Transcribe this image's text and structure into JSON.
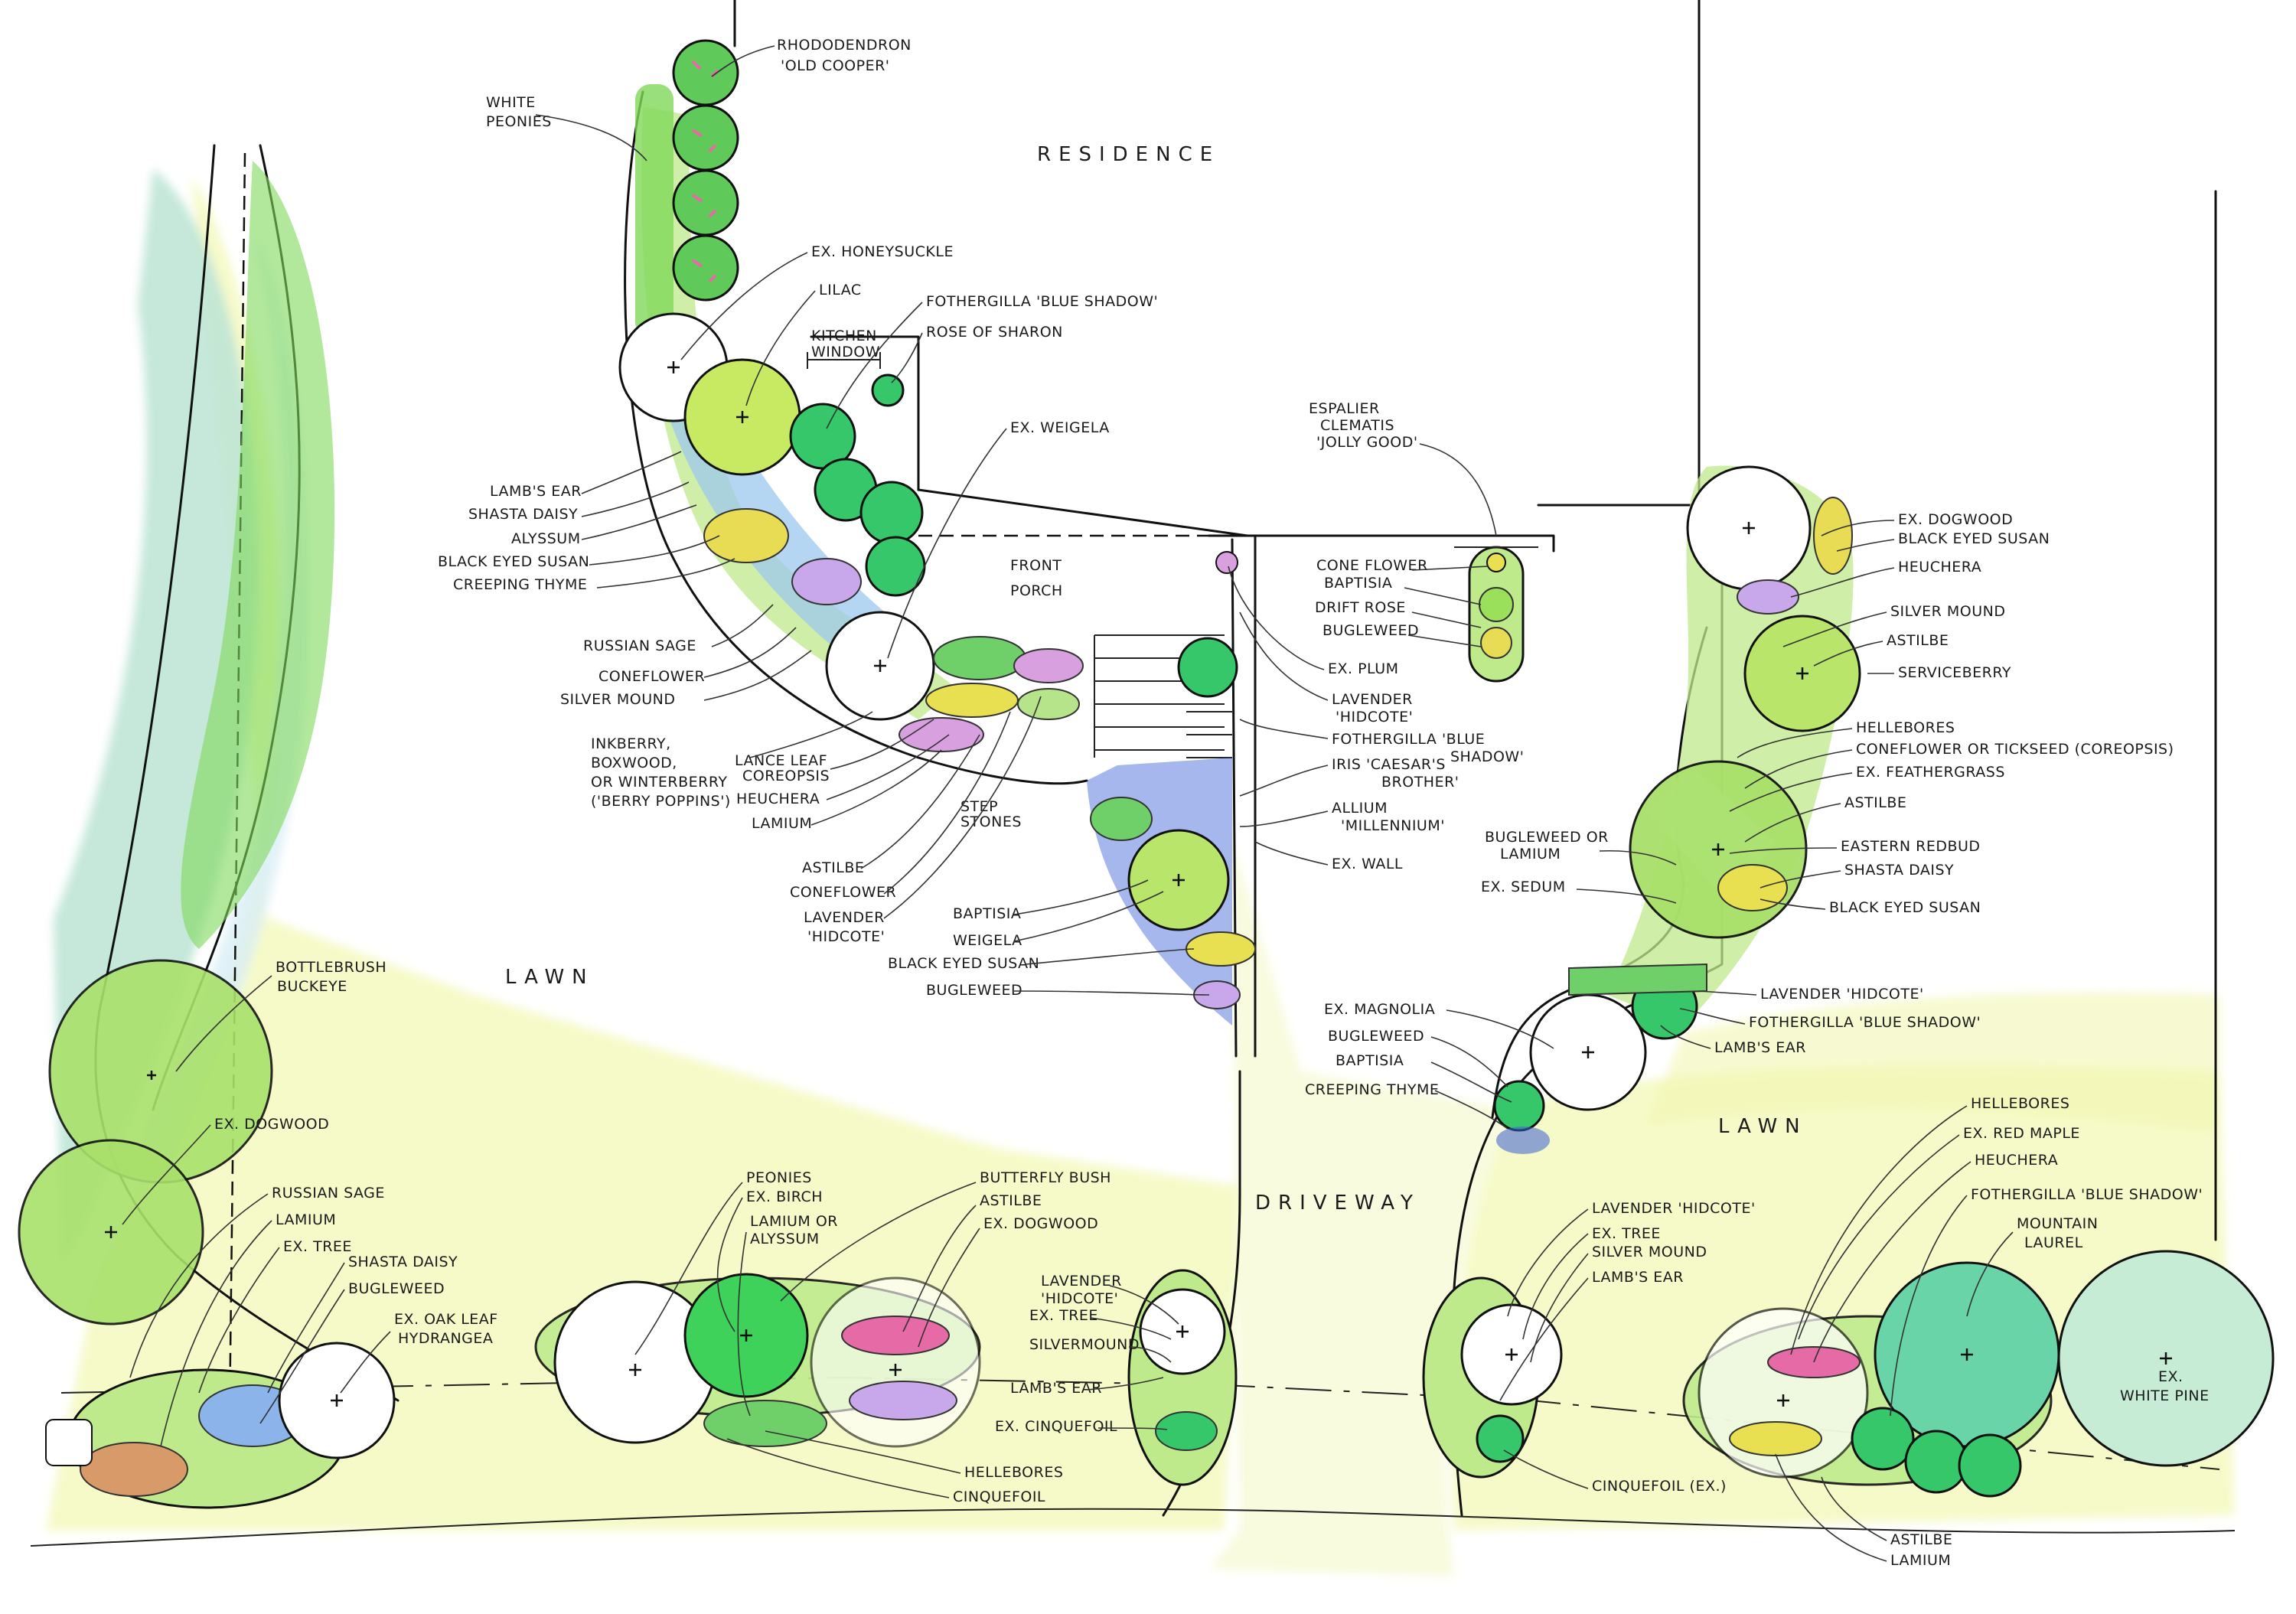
{
  "areas": {
    "residence": "RESIDENCE",
    "front_porch_1": "FRONT",
    "front_porch_2": "PORCH",
    "lawn_left": "LAWN",
    "lawn_right": "LAWN",
    "driveway": "DRIVEWAY",
    "kitchen_window_1": "KITCHEN",
    "kitchen_window_2": "WINDOW"
  },
  "labels": {
    "rhododendron_1": "RHODODENDRON",
    "rhododendron_2": "'OLD COOPER'",
    "white_peonies_1": "WHITE",
    "white_peonies_2": "PEONIES",
    "ex_honeysuckle": "EX. HONEYSUCKLE",
    "lilac": "LILAC",
    "fothergilla_top": "FOTHERGILLA 'BLUE SHADOW'",
    "rose_of_sharon": "ROSE OF SHARON",
    "ex_weigela": "EX. WEIGELA",
    "lambs_ear_left": "LAMB'S EAR",
    "shasta_daisy_left": "SHASTA DAISY",
    "alyssum": "ALYSSUM",
    "black_eyed_susan_left": "BLACK EYED SUSAN",
    "creeping_thyme_left": "CREEPING THYME",
    "russian_sage_top": "RUSSIAN SAGE",
    "coneflower_top": "CONEFLOWER",
    "silver_mound_top": "SILVER MOUND",
    "inkberry_1": "INKBERRY,",
    "inkberry_2": "BOXWOOD,",
    "inkberry_3": "OR WINTERBERRY",
    "inkberry_4": "('BERRY POPPINS')",
    "lance_leaf_1": "LANCE LEAF",
    "lance_leaf_2": "COREOPSIS",
    "heuchera_mid": "HEUCHERA",
    "lamium_mid": "LAMIUM",
    "astilbe_mid": "ASTILBE",
    "coneflower_mid": "CONEFLOWER",
    "lavender_mid_1": "LAVENDER",
    "lavender_mid_2": "'HIDCOTE'",
    "step_stones_1": "STEP",
    "step_stones_2": "STONES",
    "baptisia_mid": "BAPTISIA",
    "weigela_mid": "WEIGELA",
    "black_eyed_susan_mid": "BLACK EYED SUSAN",
    "bugleweed_mid": "BUGLEWEED",
    "ex_plum": "EX. PLUM",
    "lavender_porch_1": "LAVENDER",
    "lavender_porch_2": "'HIDCOTE'",
    "fothergilla_porch_1": "FOTHERGILLA 'BLUE",
    "fothergilla_porch_2": "SHADOW'",
    "iris_1": "IRIS 'CAESAR'S",
    "iris_2": "BROTHER'",
    "allium_1": "ALLIUM",
    "allium_2": "'MILLENNIUM'",
    "ex_wall": "EX. WALL",
    "espalier_1": "ESPALIER",
    "espalier_2": "CLEMATIS",
    "espalier_3": "'JOLLY GOOD'",
    "cone_flower_bed": "CONE FLOWER",
    "baptisia_bed": "BAPTISIA",
    "drift_rose": "DRIFT ROSE",
    "bugleweed_bed": "BUGLEWEED",
    "ex_dogwood_right": "EX. DOGWOOD",
    "black_eyed_susan_r1": "BLACK EYED SUSAN",
    "heuchera_right": "HEUCHERA",
    "silver_mound_right": "SILVER MOUND",
    "astilbe_right": "ASTILBE",
    "serviceberry": "SERVICEBERRY",
    "hellebores_right": "HELLEBORES",
    "coneflower_tickseed": "CONEFLOWER OR TICKSEED (COREOPSIS)",
    "ex_feathergrass": "EX. FEATHERGRASS",
    "astilbe_right2": "ASTILBE",
    "bugleweed_or_1": "BUGLEWEED OR",
    "bugleweed_or_2": "LAMIUM",
    "eastern_redbud": "EASTERN REDBUD",
    "ex_sedum": "EX. SEDUM",
    "shasta_daisy_right": "SHASTA DAISY",
    "black_eyed_susan_r2": "BLACK EYED SUSAN",
    "lavender_right": "LAVENDER 'HIDCOTE'",
    "ex_magnolia": "EX. MAGNOLIA",
    "fothergilla_right": "FOTHERGILLA 'BLUE SHADOW'",
    "bugleweed_right": "BUGLEWEED",
    "lambs_ear_right": "LAMB'S EAR",
    "baptisia_right": "BAPTISIA",
    "creeping_thyme_right": "CREEPING THYME",
    "bottlebrush_1": "BOTTLEBRUSH",
    "bottlebrush_2": "BUCKEYE",
    "ex_dogwood_left": "EX. DOGWOOD",
    "russian_sage_bottom": "RUSSIAN SAGE",
    "lamium_bottom": "LAMIUM",
    "ex_tree_left": "EX. TREE",
    "shasta_daisy_bottom": "SHASTA DAISY",
    "bugleweed_bottom": "BUGLEWEED",
    "oak_leaf_1": "EX. OAK LEAF",
    "oak_leaf_2": "HYDRANGEA",
    "peonies": "PEONIES",
    "ex_birch": "EX. BIRCH",
    "lamium_or_1": "LAMIUM OR",
    "lamium_or_2": "ALYSSUM",
    "butterfly_bush": "BUTTERFLY BUSH",
    "astilbe_bottom": "ASTILBE",
    "ex_dogwood_bottom": "EX. DOGWOOD",
    "lavender_bottom_1": "LAVENDER",
    "lavender_bottom_2": "'HIDCOTE'",
    "ex_tree_bottom": "EX. TREE",
    "silvermound_bottom": "SILVERMOUND",
    "lambs_ear_bottom": "LAMB'S EAR",
    "ex_cinquefoil": "EX. CINQUEFOIL",
    "hellebores_bottom": "HELLEBORES",
    "cinquefoil_bottom": "CINQUEFOIL",
    "lavender_hidcote_br": "LAVENDER 'HIDCOTE'",
    "ex_tree_br": "EX. TREE",
    "silver_mound_br": "SILVER MOUND",
    "lambs_ear_br": "LAMB'S EAR",
    "cinquefoil_ex": "CINQUEFOIL (EX.)",
    "hellebores_br": "HELLEBORES",
    "ex_red_maple": "EX. RED MAPLE",
    "heuchera_br": "HEUCHERA",
    "fothergilla_br": "FOTHERGILLA 'BLUE SHADOW'",
    "mountain_laurel_1": "MOUNTAIN",
    "mountain_laurel_2": "LAUREL",
    "white_pine_1": "EX.",
    "white_pine_2": "WHITE PINE",
    "astilbe_br": "ASTILBE",
    "lamium_br": "LAMIUM"
  },
  "colors": {
    "lawn_yellow": "#eef59a",
    "shrub_green": "#63d04a",
    "pale_green": "#bfea8c",
    "water_blue": "#9cc8ee",
    "blue_shadow": "#3a5fd6",
    "lilac_purple": "#c8a8ea",
    "pink_bloom": "#e56aa6",
    "ink": "#111111"
  }
}
